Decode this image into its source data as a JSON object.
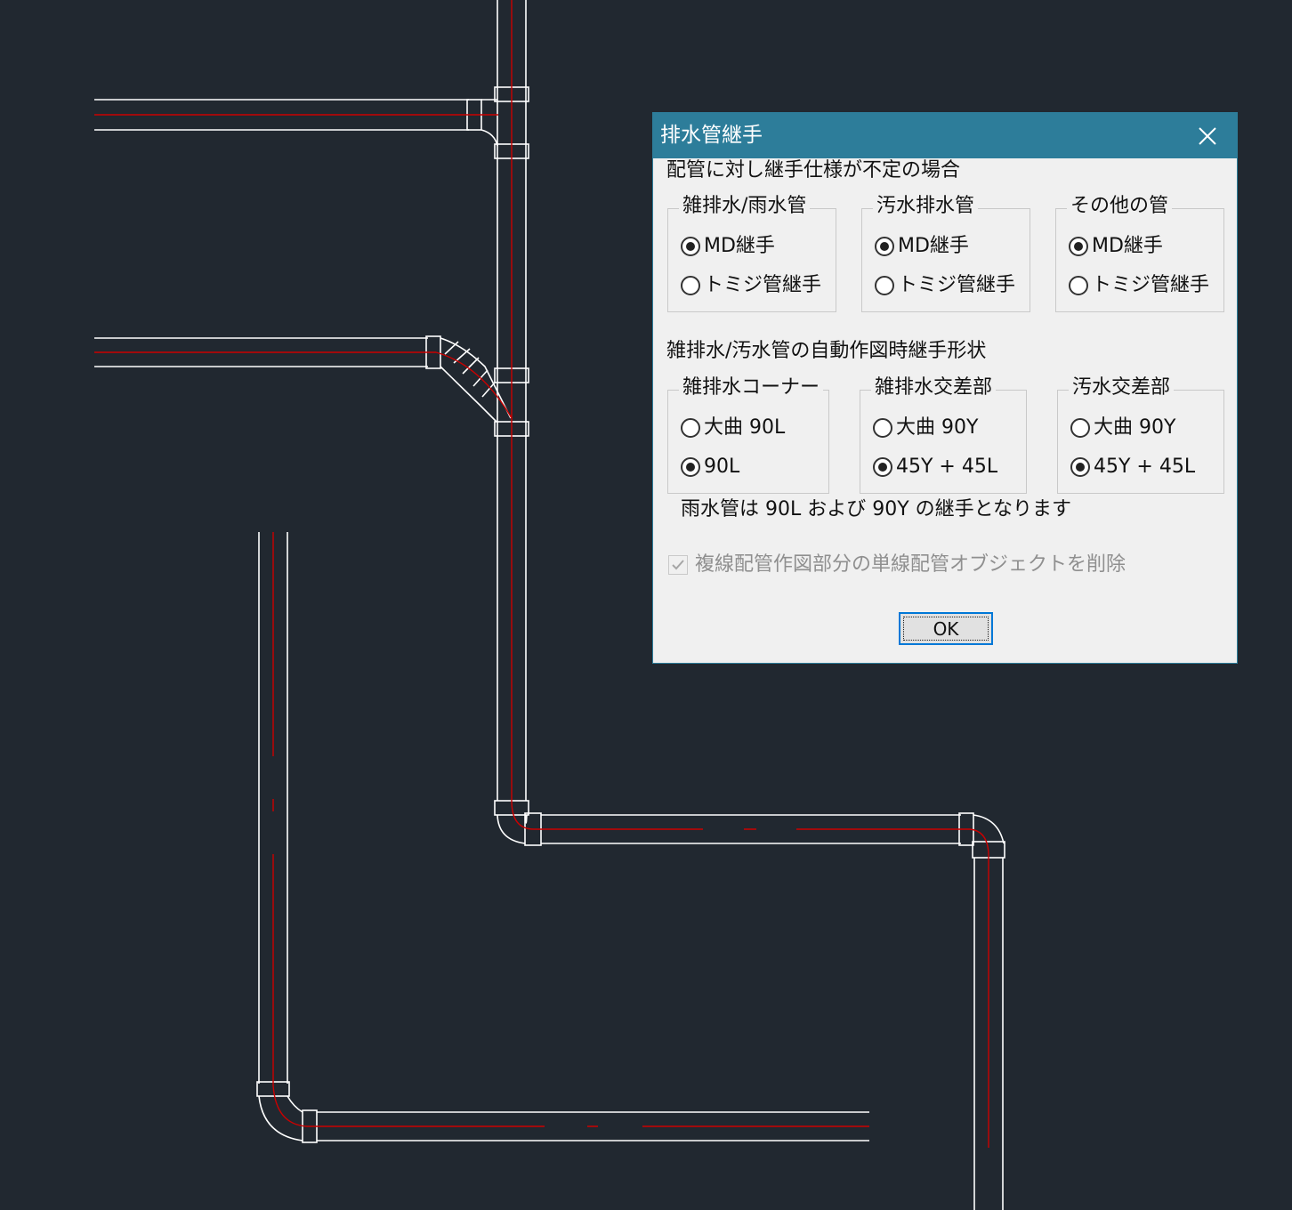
{
  "dialog": {
    "title": "排水管継手",
    "section1_label": "配管に対し継手仕様が不定の場合",
    "groups1": [
      {
        "legend": "雑排水/雨水管",
        "options": [
          {
            "label": "MD継手",
            "selected": true
          },
          {
            "label": "トミジ管継手",
            "selected": false
          }
        ]
      },
      {
        "legend": "汚水排水管",
        "options": [
          {
            "label": "MD継手",
            "selected": true
          },
          {
            "label": "トミジ管継手",
            "selected": false
          }
        ]
      },
      {
        "legend": "その他の管",
        "options": [
          {
            "label": "MD継手",
            "selected": true
          },
          {
            "label": "トミジ管継手",
            "selected": false
          }
        ]
      }
    ],
    "section2_label": "雑排水/汚水管の自動作図時継手形状",
    "groups2": [
      {
        "legend": "雑排水コーナー",
        "options": [
          {
            "label": "大曲 90L",
            "selected": false
          },
          {
            "label": "90L",
            "selected": true
          }
        ]
      },
      {
        "legend": "雑排水交差部",
        "options": [
          {
            "label": "大曲 90Y",
            "selected": false
          },
          {
            "label": "45Y + 45L",
            "selected": true
          }
        ]
      },
      {
        "legend": "汚水交差部",
        "options": [
          {
            "label": "大曲 90Y",
            "selected": false
          },
          {
            "label": "45Y + 45L",
            "selected": true
          }
        ]
      }
    ],
    "note": "雨水管は 90L および 90Y の継手となります",
    "checkbox": {
      "label": "複線配管作図部分の単線配管オブジェクトを削除",
      "checked": true,
      "disabled": true
    },
    "ok_label": "OK"
  },
  "colors": {
    "canvas": "#212830",
    "pipe": "#ffffff",
    "centerline": "#cc0000",
    "titlebar": "#2d7d9a",
    "dialog": "#f0f0f0",
    "focus": "#0078d7"
  },
  "icons": {
    "close": "close-icon",
    "check": "check-icon"
  }
}
